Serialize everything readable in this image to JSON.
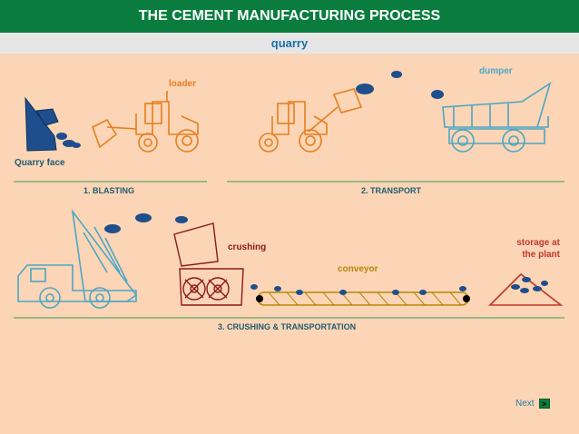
{
  "header": {
    "title": "THE CEMENT MANUFACTURING PROCESS"
  },
  "subheader": {
    "title": "quarry"
  },
  "labels": {
    "quarry_face": "Quarry face",
    "loader": "loader",
    "dumper": "dumper",
    "crushing": "crushing",
    "conveyor": "conveyor",
    "storage_line1": "storage at",
    "storage_line2": "the plant"
  },
  "steps": {
    "blasting": "1. BLASTING",
    "transport": "2. TRANSPORT",
    "crushing_transport": "3. CRUSHING & TRANSPORTATION"
  },
  "nav": {
    "next_label": "Next",
    "next_icon": "arrow-right-icon"
  },
  "colors": {
    "header_bg": "#0a7d3e",
    "background": "#fbd5b5",
    "rock": "#1f4e8c",
    "loader": "#e67e22",
    "dumper": "#4da6c4",
    "crusher": "#8b1a1a",
    "conveyor": "#b8860b",
    "storage": "#c0392b",
    "divider": "#3a9a5a"
  }
}
